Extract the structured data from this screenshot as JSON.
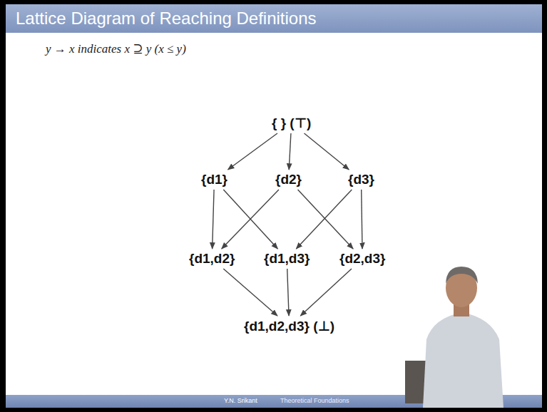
{
  "diagram": {
    "title": "Lattice Diagram of Reaching Definitions",
    "nodes": [
      {
        "text": [
          "{ } (⊤)"
        ]
      },
      {
        "text": [
          "{d1}"
        ]
      },
      {
        "text": [
          "{d2}"
        ]
      },
      {
        "text": [
          "{d3}"
        ]
      },
      {
        "text": [
          "{d1,d2}"
        ]
      },
      {
        "text": [
          "{d1,d3}"
        ]
      },
      {
        "text": [
          "{d2,d3}"
        ]
      },
      {
        "text": [
          "{d1,d2,d3} (⊥)"
        ]
      }
    ],
    "edges": [
      {
        "from": 0,
        "to": 1,
        "arrow": "to"
      },
      {
        "from": 0,
        "to": 2,
        "arrow": "to"
      },
      {
        "from": 0,
        "to": 3,
        "arrow": "to"
      },
      {
        "from": 1,
        "to": 4,
        "arrow": "to"
      },
      {
        "from": 1,
        "to": 5,
        "arrow": "to"
      },
      {
        "from": 2,
        "to": 4,
        "arrow": "to"
      },
      {
        "from": 2,
        "to": 6,
        "arrow": "to"
      },
      {
        "from": 3,
        "to": 5,
        "arrow": "to"
      },
      {
        "from": 3,
        "to": 6,
        "arrow": "to"
      },
      {
        "from": 4,
        "to": 7,
        "arrow": "to"
      },
      {
        "from": 5,
        "to": 7,
        "arrow": "to"
      },
      {
        "from": 6,
        "to": 7,
        "arrow": "to"
      }
    ],
    "labels": [
      "y → x indicates x ⊇ y (x ≤ y)",
      "Y.N. Srikant",
      "Theoretical Foundations"
    ]
  }
}
